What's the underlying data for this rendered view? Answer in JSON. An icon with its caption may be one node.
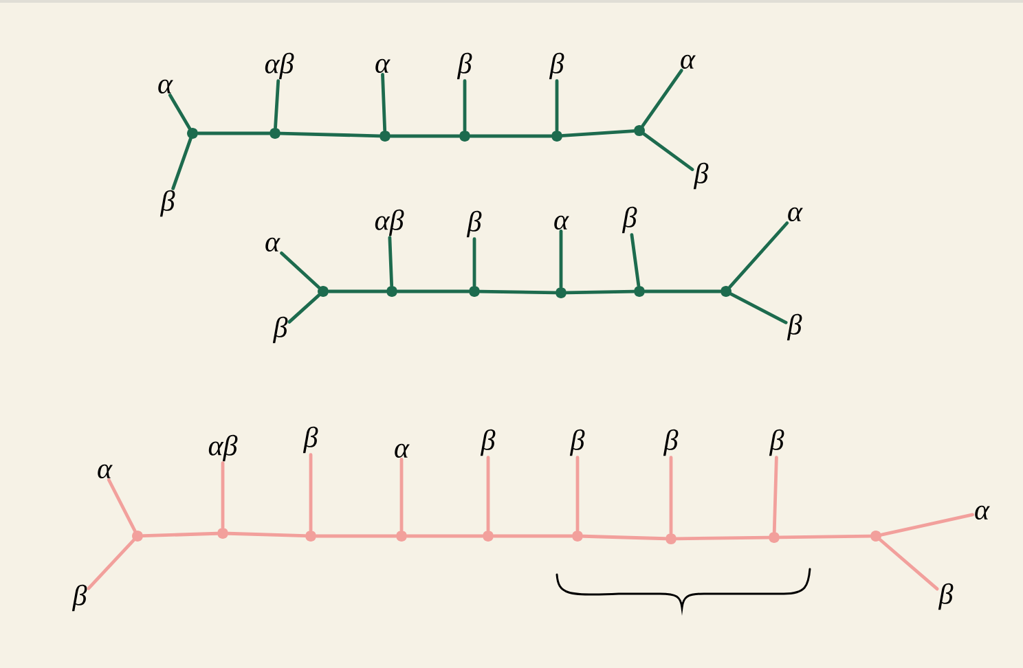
{
  "diagram": {
    "nodes": [
      {
        "text": [],
        "shape": "circle"
      },
      {
        "text": [
          "α"
        ]
      },
      {
        "text": [
          "β"
        ]
      },
      {
        "text": [],
        "shape": "circle"
      },
      {
        "text": [
          "αβ"
        ]
      },
      {
        "text": [],
        "shape": "circle"
      },
      {
        "text": [
          "α"
        ]
      },
      {
        "text": [],
        "shape": "circle"
      },
      {
        "text": [
          "β"
        ]
      },
      {
        "text": [],
        "shape": "circle"
      },
      {
        "text": [
          "β"
        ]
      },
      {
        "text": [],
        "shape": "circle"
      },
      {
        "text": [
          "α"
        ]
      },
      {
        "text": [
          "β"
        ]
      },
      {
        "text": [],
        "shape": "circle"
      },
      {
        "text": [
          "α"
        ]
      },
      {
        "text": [
          "β"
        ]
      },
      {
        "text": [],
        "shape": "circle"
      },
      {
        "text": [
          "αβ"
        ]
      },
      {
        "text": [],
        "shape": "circle"
      },
      {
        "text": [
          "β"
        ]
      },
      {
        "text": [],
        "shape": "circle"
      },
      {
        "text": [
          "α"
        ]
      },
      {
        "text": [],
        "shape": "circle"
      },
      {
        "text": [
          "β"
        ]
      },
      {
        "text": [],
        "shape": "circle"
      },
      {
        "text": [
          "α"
        ]
      },
      {
        "text": [
          "β"
        ]
      },
      {
        "text": [],
        "shape": "circle"
      },
      {
        "text": [
          "α"
        ]
      },
      {
        "text": [
          "β"
        ]
      },
      {
        "text": [],
        "shape": "circle"
      },
      {
        "text": [
          "αβ"
        ]
      },
      {
        "text": [],
        "shape": "circle"
      },
      {
        "text": [
          "β"
        ]
      },
      {
        "text": [],
        "shape": "circle"
      },
      {
        "text": [
          "α"
        ]
      },
      {
        "text": [],
        "shape": "circle"
      },
      {
        "text": [
          "β"
        ]
      },
      {
        "text": [],
        "shape": "circle"
      },
      {
        "text": [
          "β"
        ]
      },
      {
        "text": [],
        "shape": "circle"
      },
      {
        "text": [
          "β"
        ]
      },
      {
        "text": [],
        "shape": "circle"
      },
      {
        "text": [
          "β"
        ]
      },
      {
        "text": [],
        "shape": "circle"
      },
      {
        "text": [
          "α"
        ]
      },
      {
        "text": [
          "β"
        ]
      }
    ],
    "edges": [
      {
        "from": 0,
        "to": 1,
        "arrow": "none"
      },
      {
        "from": 0,
        "to": 2,
        "arrow": "none"
      },
      {
        "from": 3,
        "to": 4,
        "arrow": "none"
      },
      {
        "from": 5,
        "to": 6,
        "arrow": "none"
      },
      {
        "from": 7,
        "to": 8,
        "arrow": "none"
      },
      {
        "from": 9,
        "to": 10,
        "arrow": "none"
      },
      {
        "from": 11,
        "to": 12,
        "arrow": "none"
      },
      {
        "from": 11,
        "to": 13,
        "arrow": "none"
      },
      {
        "from": 0,
        "to": 3,
        "arrow": "none"
      },
      {
        "from": 3,
        "to": 5,
        "arrow": "none"
      },
      {
        "from": 5,
        "to": 7,
        "arrow": "none"
      },
      {
        "from": 7,
        "to": 9,
        "arrow": "none"
      },
      {
        "from": 9,
        "to": 11,
        "arrow": "none"
      },
      {
        "from": 14,
        "to": 15,
        "arrow": "none"
      },
      {
        "from": 14,
        "to": 16,
        "arrow": "none"
      },
      {
        "from": 17,
        "to": 18,
        "arrow": "none"
      },
      {
        "from": 19,
        "to": 20,
        "arrow": "none"
      },
      {
        "from": 21,
        "to": 22,
        "arrow": "none"
      },
      {
        "from": 23,
        "to": 24,
        "arrow": "none"
      },
      {
        "from": 25,
        "to": 26,
        "arrow": "none"
      },
      {
        "from": 25,
        "to": 27,
        "arrow": "none"
      },
      {
        "from": 14,
        "to": 17,
        "arrow": "none"
      },
      {
        "from": 17,
        "to": 19,
        "arrow": "none"
      },
      {
        "from": 19,
        "to": 21,
        "arrow": "none"
      },
      {
        "from": 21,
        "to": 23,
        "arrow": "none"
      },
      {
        "from": 23,
        "to": 25,
        "arrow": "none"
      },
      {
        "from": 28,
        "to": 29,
        "arrow": "none",
        "color": "#f2a09c"
      },
      {
        "from": 28,
        "to": 30,
        "arrow": "none",
        "color": "#f2a09c"
      },
      {
        "from": 31,
        "to": 32,
        "arrow": "none",
        "color": "#f2a09c"
      },
      {
        "from": 33,
        "to": 34,
        "arrow": "none",
        "color": "#f2a09c"
      },
      {
        "from": 35,
        "to": 36,
        "arrow": "none",
        "color": "#f2a09c"
      },
      {
        "from": 37,
        "to": 38,
        "arrow": "none",
        "color": "#f2a09c"
      },
      {
        "from": 39,
        "to": 40,
        "arrow": "none",
        "color": "#f2a09c"
      },
      {
        "from": 41,
        "to": 42,
        "arrow": "none",
        "color": "#f2a09c"
      },
      {
        "from": 43,
        "to": 44,
        "arrow": "none",
        "color": "#f2a09c"
      },
      {
        "from": 45,
        "to": 46,
        "arrow": "none",
        "color": "#f2a09c"
      },
      {
        "from": 45,
        "to": 47,
        "arrow": "none",
        "color": "#f2a09c"
      },
      {
        "from": 28,
        "to": 31,
        "arrow": "none",
        "color": "#f2a09c"
      },
      {
        "from": 31,
        "to": 33,
        "arrow": "none",
        "color": "#f2a09c"
      },
      {
        "from": 33,
        "to": 35,
        "arrow": "none",
        "color": "#f2a09c"
      },
      {
        "from": 35,
        "to": 37,
        "arrow": "none",
        "color": "#f2a09c"
      },
      {
        "from": 37,
        "to": 39,
        "arrow": "none",
        "color": "#f2a09c"
      },
      {
        "from": 39,
        "to": 41,
        "arrow": "none",
        "color": "#f2a09c"
      },
      {
        "from": 41,
        "to": 43,
        "arrow": "none",
        "color": "#f2a09c"
      },
      {
        "from": 43,
        "to": 45,
        "arrow": "none",
        "color": "#f2a09c"
      }
    ]
  }
}
